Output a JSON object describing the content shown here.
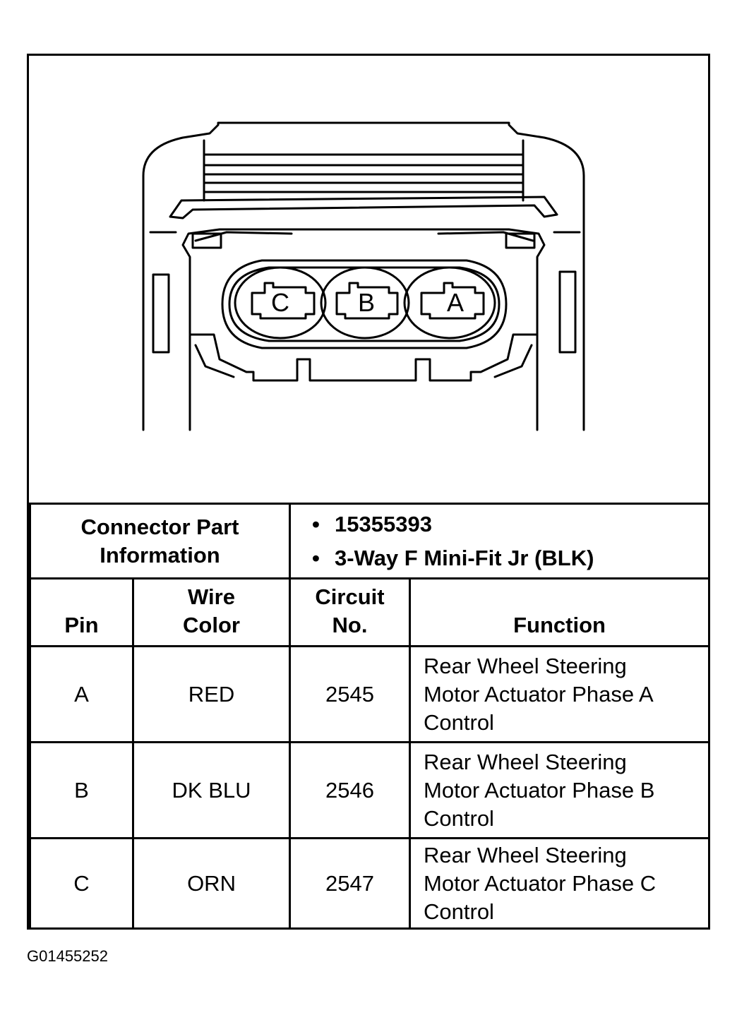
{
  "diagram": {
    "cavity_labels": [
      "C",
      "B",
      "A"
    ]
  },
  "connector_part_info": {
    "label_line1": "Connector Part",
    "label_line2": "Information",
    "part_number": "15355393",
    "description": "3-Way F Mini-Fit Jr (BLK)"
  },
  "table": {
    "headers": {
      "pin": "Pin",
      "wire_color_line1": "Wire",
      "wire_color_line2": "Color",
      "circuit_line1": "Circuit",
      "circuit_line2": "No.",
      "function": "Function"
    },
    "rows": [
      {
        "pin": "A",
        "wire_color": "RED",
        "circuit": "2545",
        "function_lines": [
          "Rear Wheel Steering",
          "Motor Actuator Phase A",
          "Control"
        ]
      },
      {
        "pin": "B",
        "wire_color": "DK BLU",
        "circuit": "2546",
        "function_lines": [
          "Rear Wheel Steering",
          "Motor Actuator Phase B",
          "Control"
        ]
      },
      {
        "pin": "C",
        "wire_color": "ORN",
        "circuit": "2547",
        "function_lines": [
          "Rear Wheel Steering",
          "Motor Actuator Phase C",
          "Control"
        ]
      }
    ]
  },
  "figure_code": "G01455252"
}
